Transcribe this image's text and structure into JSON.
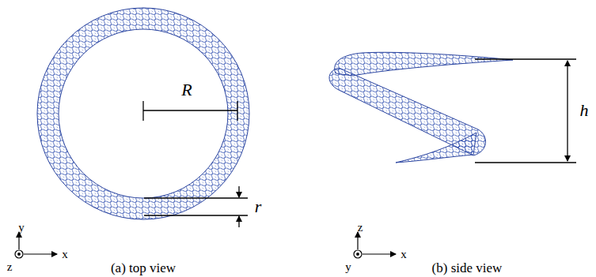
{
  "diagram": {
    "labels": [
      "R",
      "r",
      "y",
      "x",
      "z",
      "(a) top view",
      "h",
      "z",
      "x",
      "y",
      "(b) side view"
    ]
  }
}
